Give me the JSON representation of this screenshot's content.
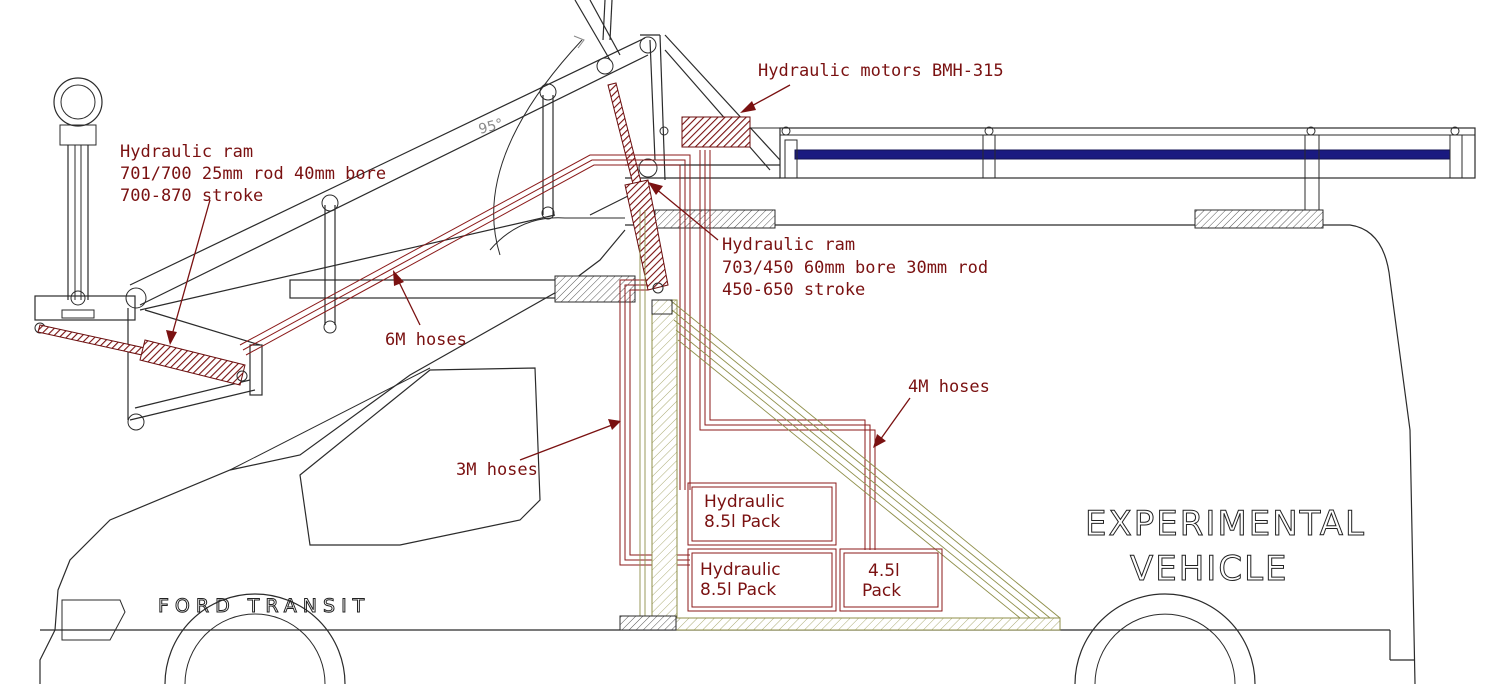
{
  "labels": {
    "motors": "Hydraulic motors BMH-315",
    "ram1_line1": "Hydraulic ram",
    "ram1_line2": "701/700 25mm rod 40mm bore",
    "ram1_line3": "700-870 stroke",
    "ram2_line1": "Hydraulic ram",
    "ram2_line2": "703/450 60mm bore 30mm rod",
    "ram2_line3": "450-650 stroke",
    "hoses_6m": "6M hoses",
    "hoses_4m": "4M hoses",
    "hoses_3m": "3M hoses",
    "pack1_line1": "Hydraulic",
    "pack1_line2": "8.5l Pack",
    "pack2_line1": "Hydraulic",
    "pack2_line2": "8.5l Pack",
    "pack3_line1": "4.5l",
    "pack3_line2": "Pack",
    "angle": "95°",
    "vehicle_line1": "EXPERIMENTAL",
    "vehicle_line2": "VEHICLE",
    "brand": "FORD TRANSIT"
  },
  "colors": {
    "hose": "#8b1a1a",
    "label": "#7a1111",
    "frame": "#8f8f4a",
    "roof_rail": "#1a1a80"
  }
}
